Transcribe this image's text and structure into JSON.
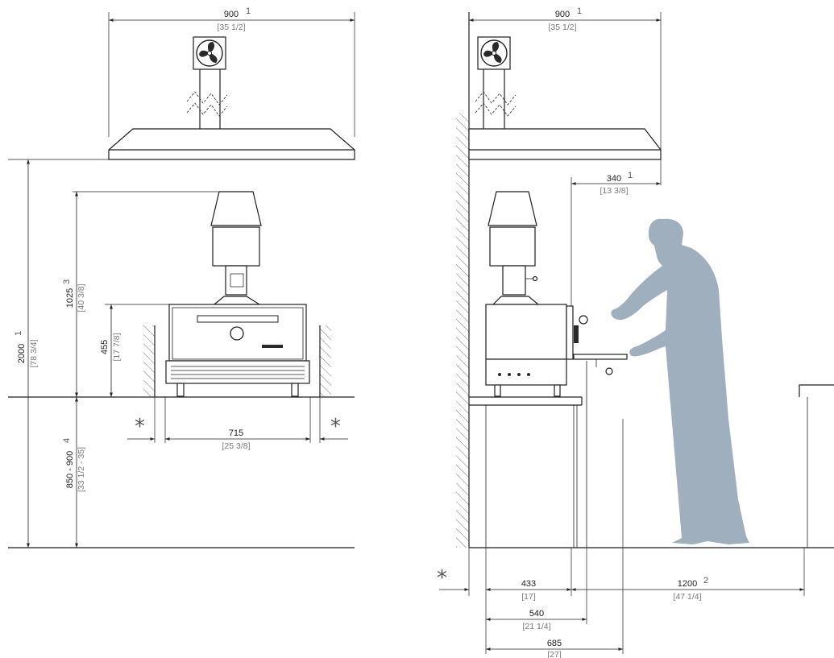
{
  "dimensions": {
    "hood_width_front": {
      "value": "900",
      "note": "1",
      "imperial": "[35 1/2]"
    },
    "hood_width_side": {
      "value": "900",
      "note": "1",
      "imperial": "[35 1/2]"
    },
    "hood_offset_side": {
      "value": "340",
      "note": "1",
      "imperial": "[13 3/8]"
    },
    "total_height": {
      "value": "2000",
      "note": "1",
      "imperial": "[78 3/4]"
    },
    "oven_height_chimney": {
      "value": "1025",
      "note": "3",
      "imperial": "[40 3/8]"
    },
    "oven_body_height": {
      "value": "455",
      "note": "",
      "imperial": "[17 7/8]"
    },
    "counter_height": {
      "value": "850 - 900",
      "note": "4",
      "imperial": "[33 1/2 - 35]"
    },
    "oven_width": {
      "value": "715",
      "note": "",
      "imperial": "[25 3/8]"
    },
    "depth_433": {
      "value": "433",
      "note": "",
      "imperial": "[17]"
    },
    "depth_540": {
      "value": "540",
      "note": "",
      "imperial": "[21 1/4]"
    },
    "depth_685": {
      "value": "685",
      "note": "",
      "imperial": "[27]"
    },
    "clearance_front": {
      "value": "1200",
      "note": "2",
      "imperial": "[47 1/4]"
    }
  },
  "clearance_mark": "*",
  "icons": {
    "fan": "fan-icon"
  }
}
